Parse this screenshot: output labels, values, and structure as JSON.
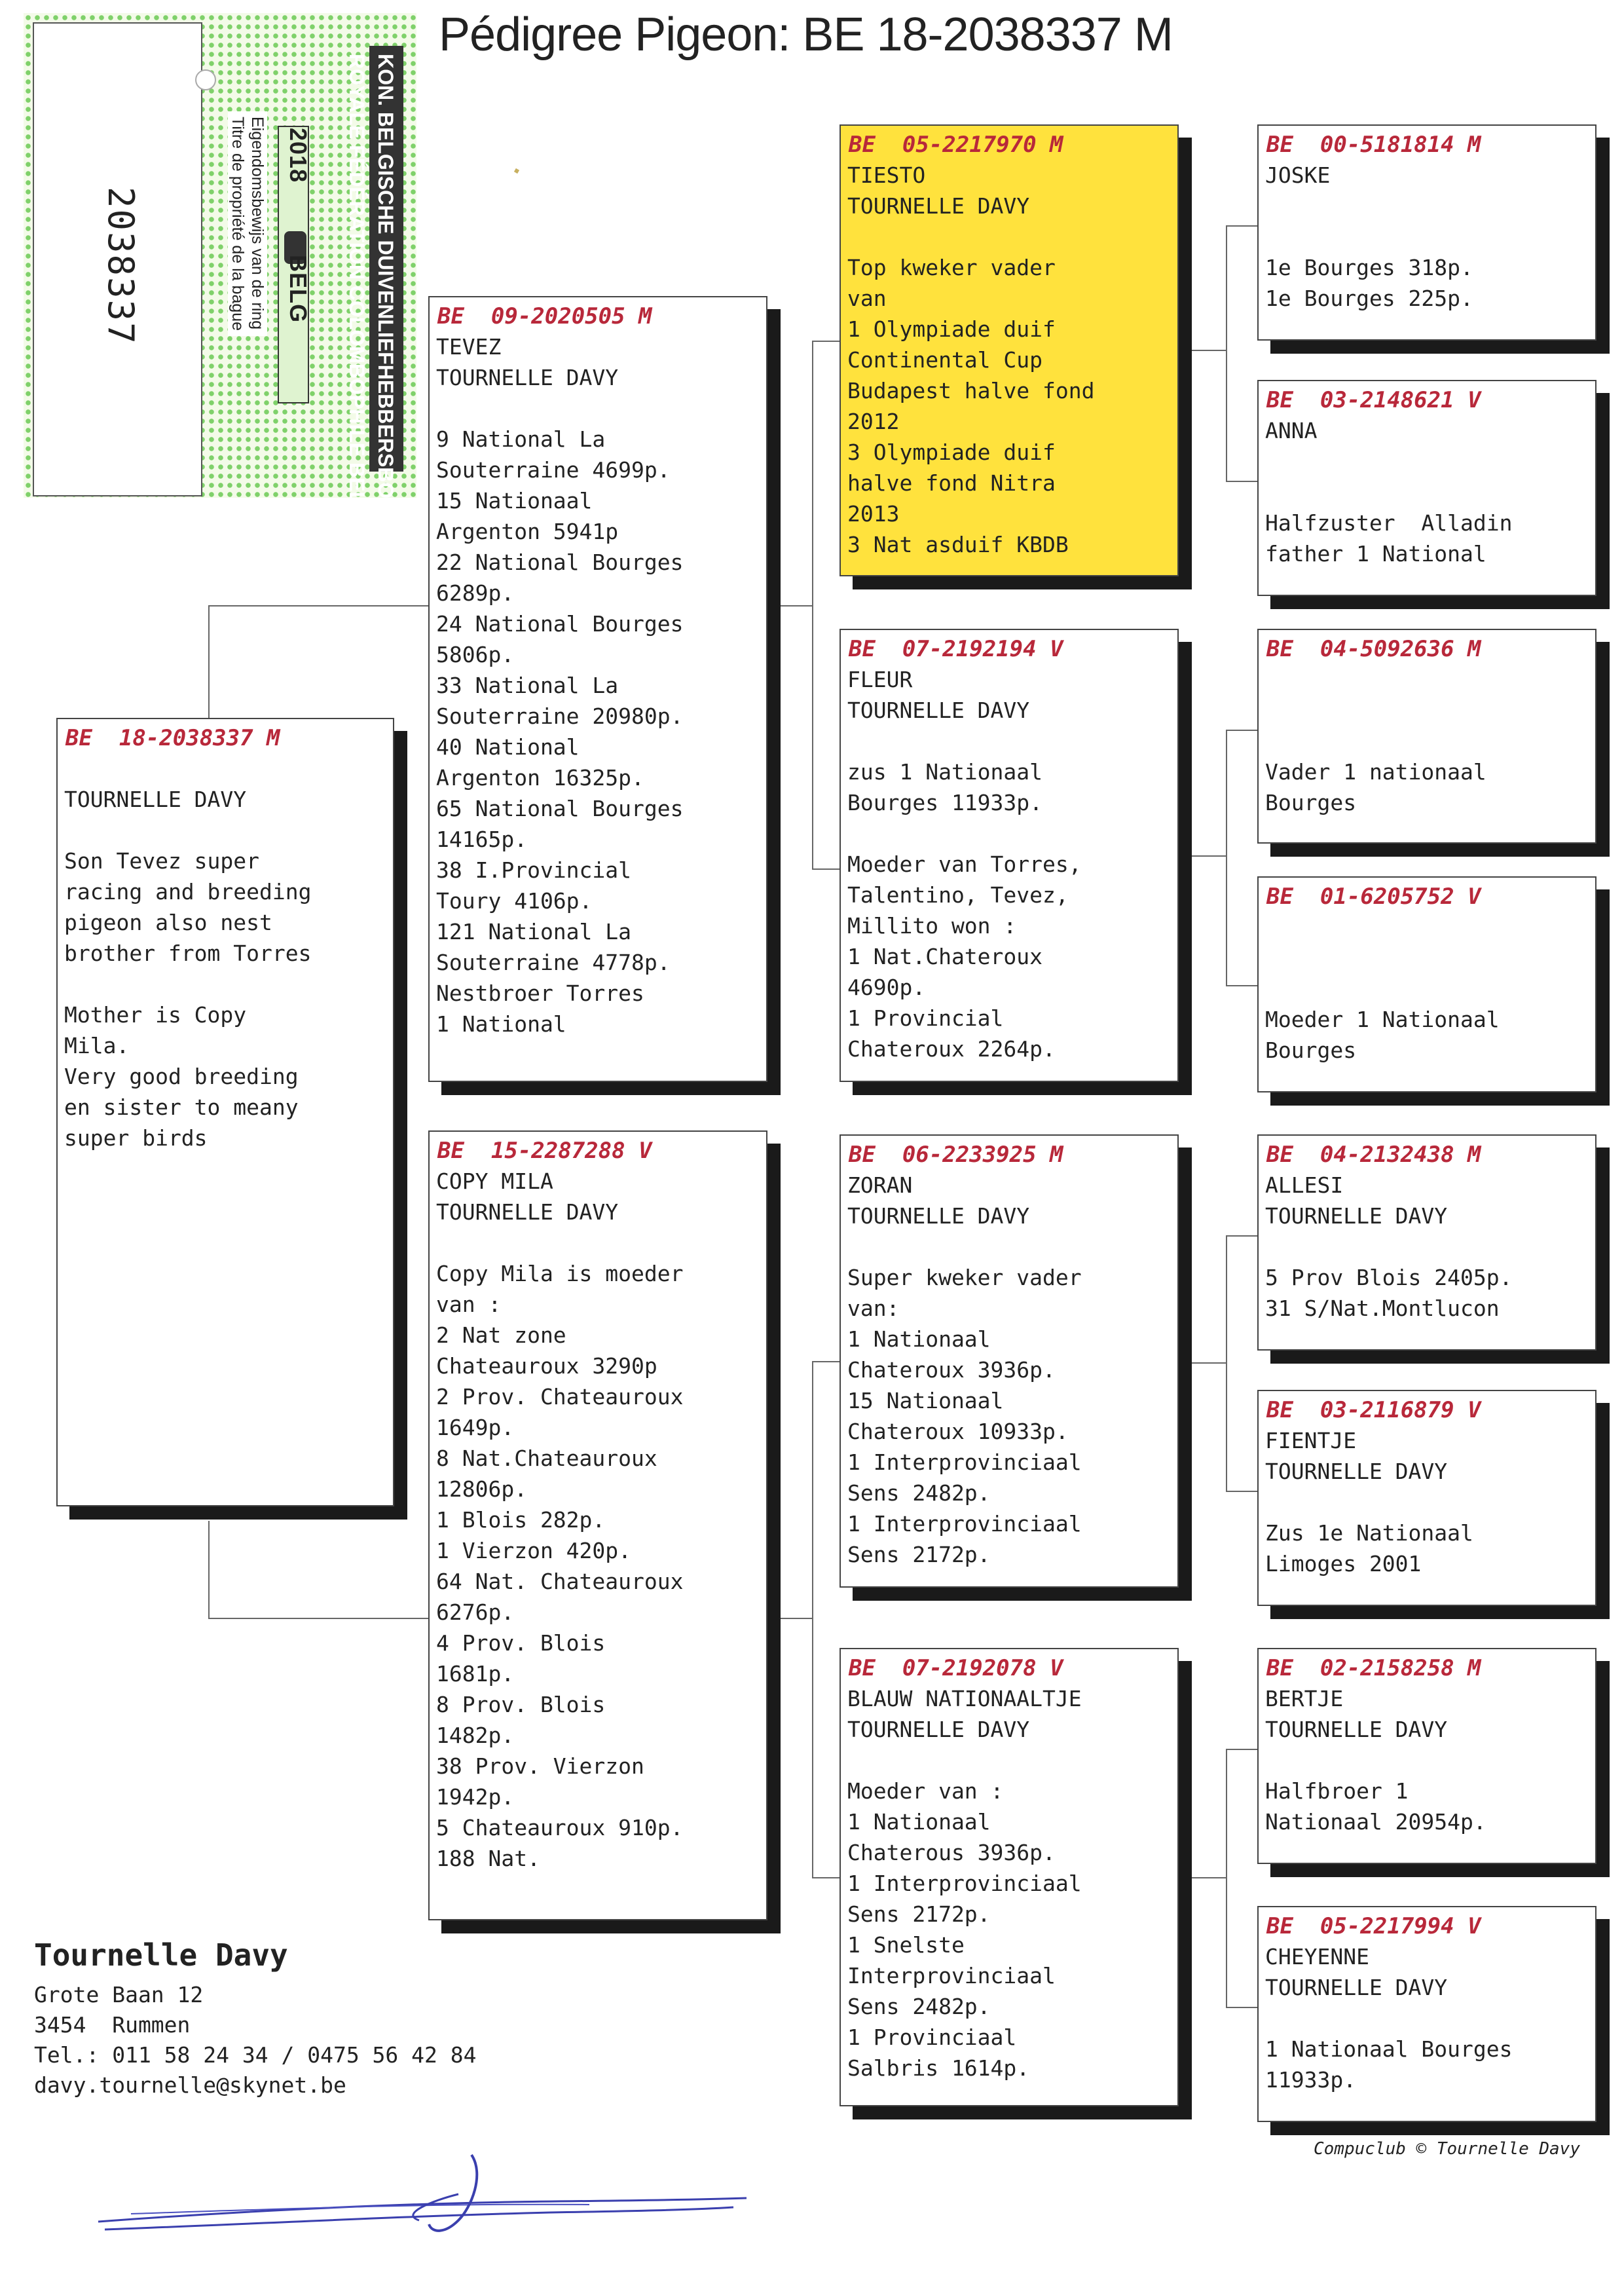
{
  "header": {
    "title": "Pédigree Pigeon: BE  18-2038337 M"
  },
  "ring_tag": {
    "number": "2038337",
    "federation_nl": "KON. BELGISCHE DUIVENLIEFHEBBERSBOND",
    "federation_fr": "ROYALE FÉDÉRATION COLOMBOPHILE BELGE",
    "year": "2018",
    "country": "BELG",
    "ownership_nl": "Eigendomsbewijs van de ring",
    "ownership_fr": "Titre de propriété de la bague"
  },
  "pigeons": {
    "subject": {
      "ring": "BE  18-2038337 M",
      "lines": [
        "",
        "TOURNELLE DAVY",
        "",
        "Son Tevez super",
        "racing and breeding",
        "pigeon also nest",
        "brother from Torres",
        "",
        "Mother is Copy",
        "Mila.",
        "Very good breeding",
        "en sister to meany",
        "super birds"
      ]
    },
    "sire": {
      "ring": "BE  09-2020505 M",
      "lines": [
        "TEVEZ",
        "TOURNELLE DAVY",
        "",
        "9 National La",
        "Souterraine 4699p.",
        "15 Nationaal",
        "Argenton 5941p",
        "22 National Bourges",
        "6289p.",
        "24 National Bourges",
        "5806p.",
        "33 National La",
        "Souterraine 20980p.",
        "40 National",
        "Argenton 16325p.",
        "65 National Bourges",
        "14165p.",
        "38 I.Provincial",
        "Toury 4106p.",
        "121 National La",
        "Souterraine 4778p.",
        "Nestbroer Torres",
        "1 National"
      ]
    },
    "dam": {
      "ring": "BE  15-2287288 V",
      "lines": [
        "COPY MILA",
        "TOURNELLE DAVY",
        "",
        "Copy Mila is moeder",
        "van :",
        "2 Nat zone",
        "Chateauroux 3290p",
        "2 Prov. Chateauroux",
        "1649p.",
        "8 Nat.Chateauroux",
        "12806p.",
        "1 Blois 282p.",
        "1 Vierzon 420p.",
        "64 Nat. Chateauroux",
        "6276p.",
        "4 Prov. Blois",
        "1681p.",
        "8 Prov. Blois",
        "1482p.",
        "38 Prov. Vierzon",
        "1942p.",
        "5 Chateauroux 910p.",
        "188 Nat."
      ]
    },
    "gs1": {
      "ring": "BE  05-2217970 M",
      "lines": [
        "TIESTO",
        "TOURNELLE DAVY",
        "",
        "Top kweker vader",
        "van",
        "1 Olympiade duif",
        "Continental Cup",
        "Budapest halve fond",
        "2012",
        "3 Olympiade duif",
        "halve fond Nitra",
        "2013",
        "3 Nat asduif KBDB"
      ]
    },
    "gd1": {
      "ring": "BE  07-2192194 V",
      "lines": [
        "FLEUR",
        "TOURNELLE DAVY",
        "",
        "zus 1 Nationaal",
        "Bourges 11933p.",
        "",
        "Moeder van Torres,",
        "Talentino, Tevez,",
        "Millito won :",
        "1 Nat.Chateroux",
        "4690p.",
        "1 Provincial",
        "Chateroux 2264p."
      ]
    },
    "gs2": {
      "ring": "BE  06-2233925 M",
      "lines": [
        "ZORAN",
        "TOURNELLE DAVY",
        "",
        "Super kweker vader",
        "van:",
        "1 Nationaal",
        "Chateroux 3936p.",
        "15 Nationaal",
        "Chateroux 10933p.",
        "1 Interprovinciaal",
        "Sens 2482p.",
        "1 Interprovinciaal",
        "Sens 2172p."
      ]
    },
    "gd2": {
      "ring": "BE  07-2192078 V",
      "lines": [
        "BLAUW NATIONAALTJE",
        "TOURNELLE DAVY",
        "",
        "Moeder van :",
        "1 Nationaal",
        "Chaterous 3936p.",
        "1 Interprovinciaal",
        "Sens 2172p.",
        "1 Snelste",
        "Interprovinciaal",
        "Sens 2482p.",
        "1 Provinciaal",
        "Salbris 1614p."
      ]
    },
    "ggs1": {
      "ring": "BE  00-5181814 M",
      "lines": [
        "JOSKE",
        "",
        "",
        "1e Bourges 318p.",
        "1e Bourges 225p."
      ]
    },
    "ggd1": {
      "ring": "BE  03-2148621 V",
      "lines": [
        "ANNA",
        "",
        "",
        "Halfzuster  Alladin",
        "father 1 National"
      ]
    },
    "ggs2": {
      "ring": "BE  04-5092636 M",
      "lines": [
        "",
        "",
        "",
        "Vader 1 nationaal",
        "Bourges"
      ]
    },
    "ggd2": {
      "ring": "BE  01-6205752 V",
      "lines": [
        "",
        "",
        "",
        "Moeder 1 Nationaal",
        "Bourges"
      ]
    },
    "ggs3": {
      "ring": "BE  04-2132438 M",
      "lines": [
        "ALLESI",
        "TOURNELLE DAVY",
        "",
        "5 Prov Blois 2405p.",
        "31 S/Nat.Montlucon"
      ]
    },
    "ggd3": {
      "ring": "BE  03-2116879 V",
      "lines": [
        "FIENTJE",
        "TOURNELLE DAVY",
        "",
        "Zus 1e Nationaal",
        "Limoges 2001"
      ]
    },
    "ggs4": {
      "ring": "BE  02-2158258 M",
      "lines": [
        "BERTJE",
        "TOURNELLE DAVY",
        "",
        "Halfbroer 1",
        "Nationaal 20954p."
      ]
    },
    "ggd4": {
      "ring": "BE  05-2217994 V",
      "lines": [
        "CHEYENNE",
        "TOURNELLE DAVY",
        "",
        "1 Nationaal Bourges",
        "11933p."
      ]
    }
  },
  "owner": {
    "name": "Tournelle Davy",
    "street": "Grote Baan 12",
    "city": "3454  Rummen",
    "phone": "Tel.: 011 58 24 34 / 0475 56 42 84",
    "email": "davy.tournelle@skynet.be"
  },
  "footer": {
    "credit": "Compuclub © Tournelle Davy"
  },
  "colors": {
    "ring_red": "#b8283a",
    "highlight_yellow": "#ffe23d",
    "tag_green": "#7fd16a"
  }
}
